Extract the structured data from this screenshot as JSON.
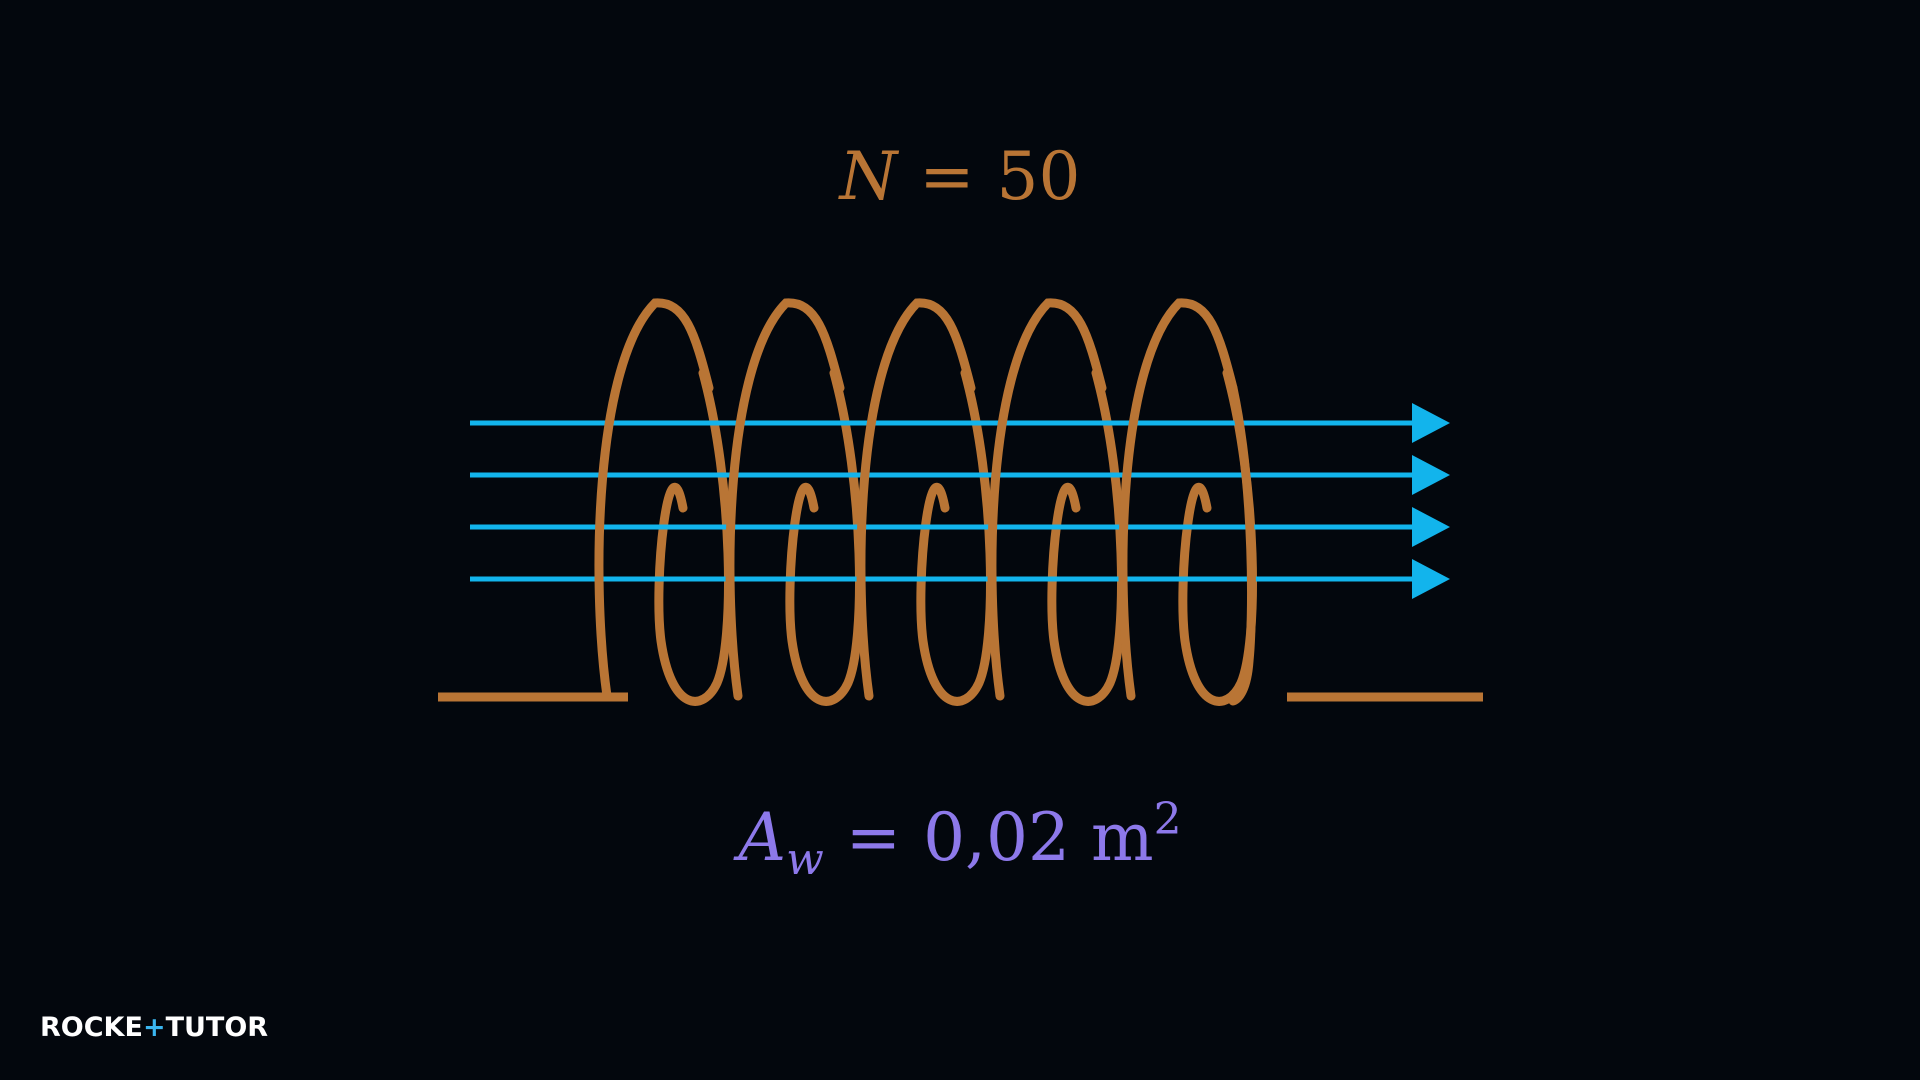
{
  "colors": {
    "background": "#03070d",
    "coil": "#b97535",
    "field_lines": "#12b4ec",
    "turns_label": "#b97535",
    "area_label": "#8d79ea",
    "logo_text": "#ffffff",
    "logo_accent": "#3ab6f0"
  },
  "turns_label": {
    "symbol": "N",
    "operator": "=",
    "value": "50"
  },
  "area_label": {
    "symbol": "A",
    "subscript": "w",
    "operator": "=",
    "value": "0,02",
    "unit": "m",
    "exponent": "2"
  },
  "logo": {
    "part1": "ROCKE",
    "accent1": "+",
    "part2": "TUTO",
    "accent2": "R"
  },
  "diagram": {
    "coil_turns_drawn": 5,
    "field_line_count": 4
  }
}
